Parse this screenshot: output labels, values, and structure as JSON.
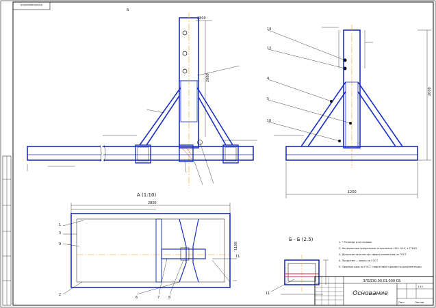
{
  "sheet": {
    "stamp_code": "00000000000000",
    "section_mark": "Б"
  },
  "views": {
    "view_a_label": "А (1:10)",
    "section_bb_label": "Б - Б (2.5)"
  },
  "notes": [
    "1. * Размеры для справок.",
    "2. Неуказанные предельные отклонения: H14, h14, ± IT14/2",
    "3. Допускается в местах сварки элементов по ГОСТ",
    "4. Покрытие — эмаль по ГОСТ",
    "5. Сварные швы по ГОСТ; подготовка кромок по документации"
  ],
  "title_block": {
    "doc_code": "ЗЛ1330.00.01.000 СБ",
    "name": "Основание",
    "sheet": "Лист",
    "sheets": "Листов",
    "scale": "1:10"
  },
  "balloons": [
    "1",
    "2",
    "3",
    "4",
    "5",
    "6",
    "7",
    "8",
    "9",
    "10",
    "11",
    "12",
    "13"
  ],
  "dimensions": {
    "top_width": "2800",
    "overall_height": "2000",
    "right_height": "2000",
    "right_width": "1200",
    "plan_width": "2800",
    "plan_depth": "1100"
  },
  "colors": {
    "outline": "#1a2fc4",
    "axis": "#f29d17",
    "hatch": "#e0224b",
    "thin": "#111111"
  }
}
